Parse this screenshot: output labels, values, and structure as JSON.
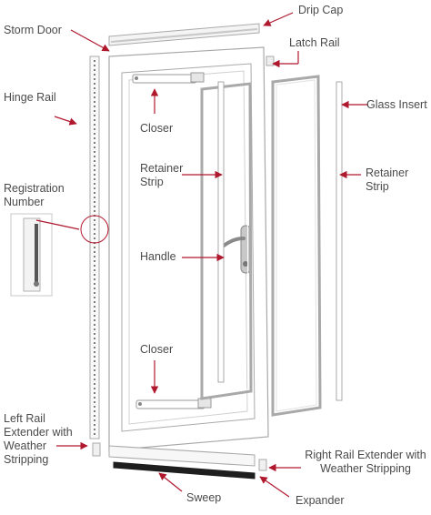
{
  "colors": {
    "arrow": "#b0182e",
    "frame_stroke": "#a9a9a9",
    "text": "#4a4a4a",
    "sweep": "#1e1e1e"
  },
  "labels": {
    "drip_cap": "Drip Cap",
    "storm_door": "Storm Door",
    "latch_rail": "Latch Rail",
    "hinge_rail": "Hinge Rail",
    "glass_insert": "Glass Insert",
    "closer_top": "Closer",
    "retainer_strip_left": "Retainer Strip",
    "retainer_strip_right": "Retainer Strip",
    "registration_number": "Registration Number",
    "handle": "Handle",
    "closer_bottom": "Closer",
    "left_rail_extender": "Left Rail Extender with Weather Stripping",
    "right_rail_extender": "Right Rail Extender with Weather Stripping",
    "sweep": "Sweep",
    "expander": "Expander"
  }
}
